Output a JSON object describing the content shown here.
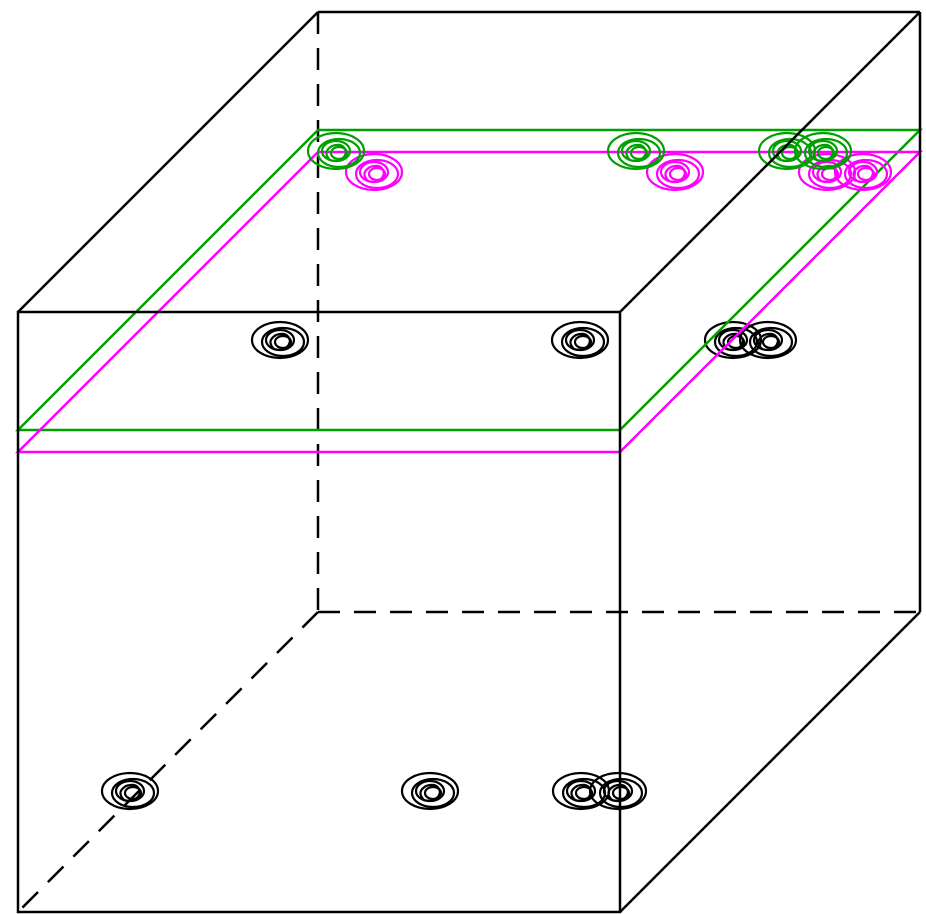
{
  "diagram": {
    "kind": "3d-cube-with-cross-section-planes",
    "colors": {
      "background": "#ffffff",
      "cube_edges": "#000000",
      "plane_green": "#00a000",
      "plane_magenta": "#ff00ff",
      "spirals_black": "#000000",
      "spirals_green": "#00a000",
      "spirals_magenta": "#ff00ff"
    },
    "cube": {
      "visible_edges": "solid",
      "hidden_edges": "dashed"
    },
    "planes": [
      {
        "name": "upper-plane",
        "color": "green"
      },
      {
        "name": "lower-plane",
        "color": "magenta"
      }
    ],
    "spiral_groups": {
      "front_middle_row": 4,
      "front_bottom_row": 4,
      "green_plane_back_edge": 4,
      "magenta_plane_back_edge": 4
    }
  }
}
